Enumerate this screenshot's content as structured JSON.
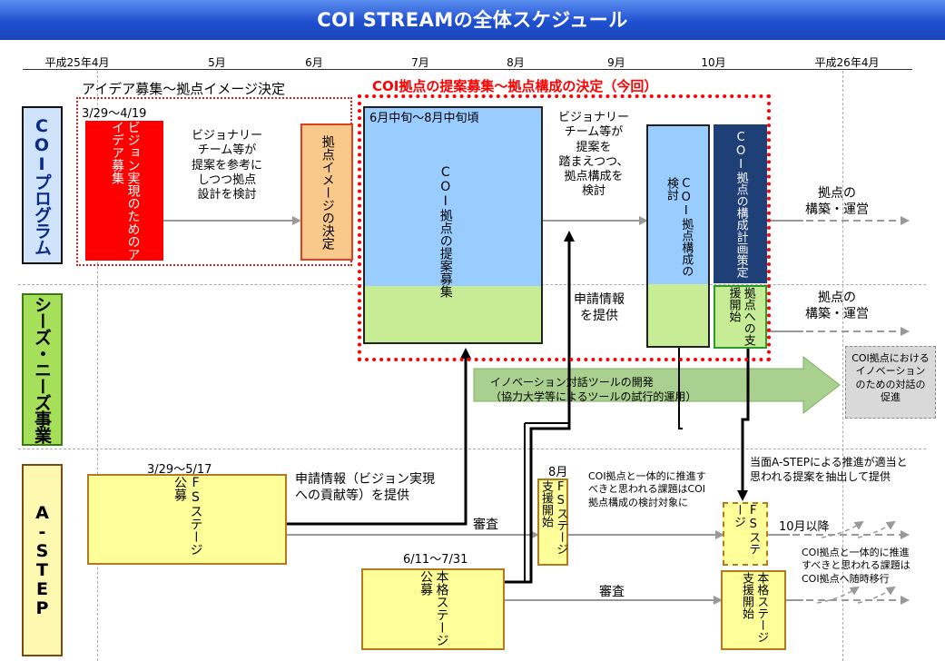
{
  "title": "COI STREAMの全体スケジュール",
  "months": [
    "平成25年4月",
    "5月",
    "6月",
    "7月",
    "8月",
    "9月",
    "10月",
    "平成26年4月"
  ],
  "rows": {
    "coi": "COIプログラム",
    "seeds": "シーズ・ニーズ事業",
    "astep": "A-STEP"
  },
  "coi_program": {
    "idea_phase_label": "アイデア募集〜拠点イメージ決定",
    "idea_dates": "3/29〜4/19",
    "idea_box": "ビジョン実現のためのアイデア募集",
    "vision_note1": "ビジョナリー\nチーム等が\n提案を参考に\nしつつ拠点\n設計を検討",
    "image_box": "拠点イメージの決定",
    "proposal_label": "COI拠点の提案募集〜拠点構成の決定（今回）",
    "proposal_dates": "6月中旬〜8月中旬頃",
    "proposal_box": "COI拠点の提案募集",
    "vision_note2": "ビジョナリー\nチーム等が\n提案を\n踏まえつつ、\n拠点構成を\n検討",
    "structure_box": "COI拠点構成の検討",
    "plan_box": "COI拠点の構成計画策定",
    "build_note": "拠点の\n構築・運営"
  },
  "seeds_program": {
    "apply_note": "申請情報\nを提供",
    "support_box": "拠点への支援開始",
    "build_note": "拠点の\n構築・運営",
    "innovation_arrow": "イノベーション対話ツールの開発\n（協力大学等によるツールの試行的運用）",
    "grey_box": "COI拠点における\nイノベーション\nのための対話の\n促進"
  },
  "astep_program": {
    "fs_dates": "3/29〜5/17",
    "fs_box": "FSステージ公募",
    "apply_note": "申請情報（ビジョン実現\nへの貢献等）を提供",
    "review1": "審査",
    "aug_label": "8月",
    "fs_support_box": "FSステージ支援開始",
    "coi_note1": "COI拠点と一体的に推進す\nべきと思われる課題はCOI\n拠点構成の検討対象に",
    "astep_note": "当面A-STEPによる推進が適当と\n思われる提案を抽出して提供",
    "fs_stage_box": "FSステージ",
    "oct_after": "10月以降",
    "full_dates": "6/11〜7/31",
    "full_box": "本格ステージ公募",
    "review2": "審査",
    "full_support_box": "本格ステージ支援開始",
    "coi_note2": "COI拠点と一体的に推進\nすべきと思われる課題は\nCOI拠点へ随時移行"
  },
  "colors": {
    "title_bar": "#1f4fd0",
    "coi_label_bg": "#cfe3fb",
    "seeds_label_bg": "#a6e05a",
    "astep_label_bg": "#fff8b0",
    "red_box": "#ff0000",
    "orange_box": "#f8c98a",
    "blue_box": "#99ccff",
    "green_box": "#c6ed96",
    "navy_box": "#1f3f77",
    "yellow_box": "#ffff99",
    "arrow_green": "#a9d08e",
    "grey_box": "#d9d9d9",
    "red_text": "#ff0000"
  }
}
